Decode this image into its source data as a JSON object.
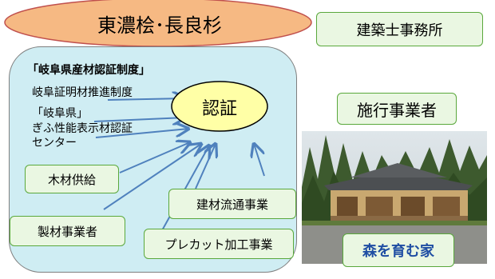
{
  "header": {
    "title": "東濃桧･長良杉"
  },
  "boxes": {
    "architect": "建築士事務所",
    "contractor": "施行事業者",
    "timber_supply": "木材供給",
    "building_material": "建材流通事業",
    "sawmill": "製材事業者",
    "precut": "プレカット加工事業",
    "house_name": "森を育む家"
  },
  "certification": {
    "system_title": "「岐阜県産材認証制度」",
    "line2": "岐阜証明材推進制度",
    "line3": "「岐阜県」",
    "line4": "ぎふ性能表示材認証",
    "line5": "センター",
    "seal_label": "認証"
  },
  "colors": {
    "title_ellipse": "#f6b983",
    "main_panel": "#cfedf3",
    "green_box_fill": "#eaf7e2",
    "green_box_border": "#5aa83c",
    "seal_fill": "#ffffa6",
    "arrow": "#4f81bd",
    "house_label_text": "#1f4ea3"
  },
  "photo": {
    "icon": "house-photo"
  }
}
